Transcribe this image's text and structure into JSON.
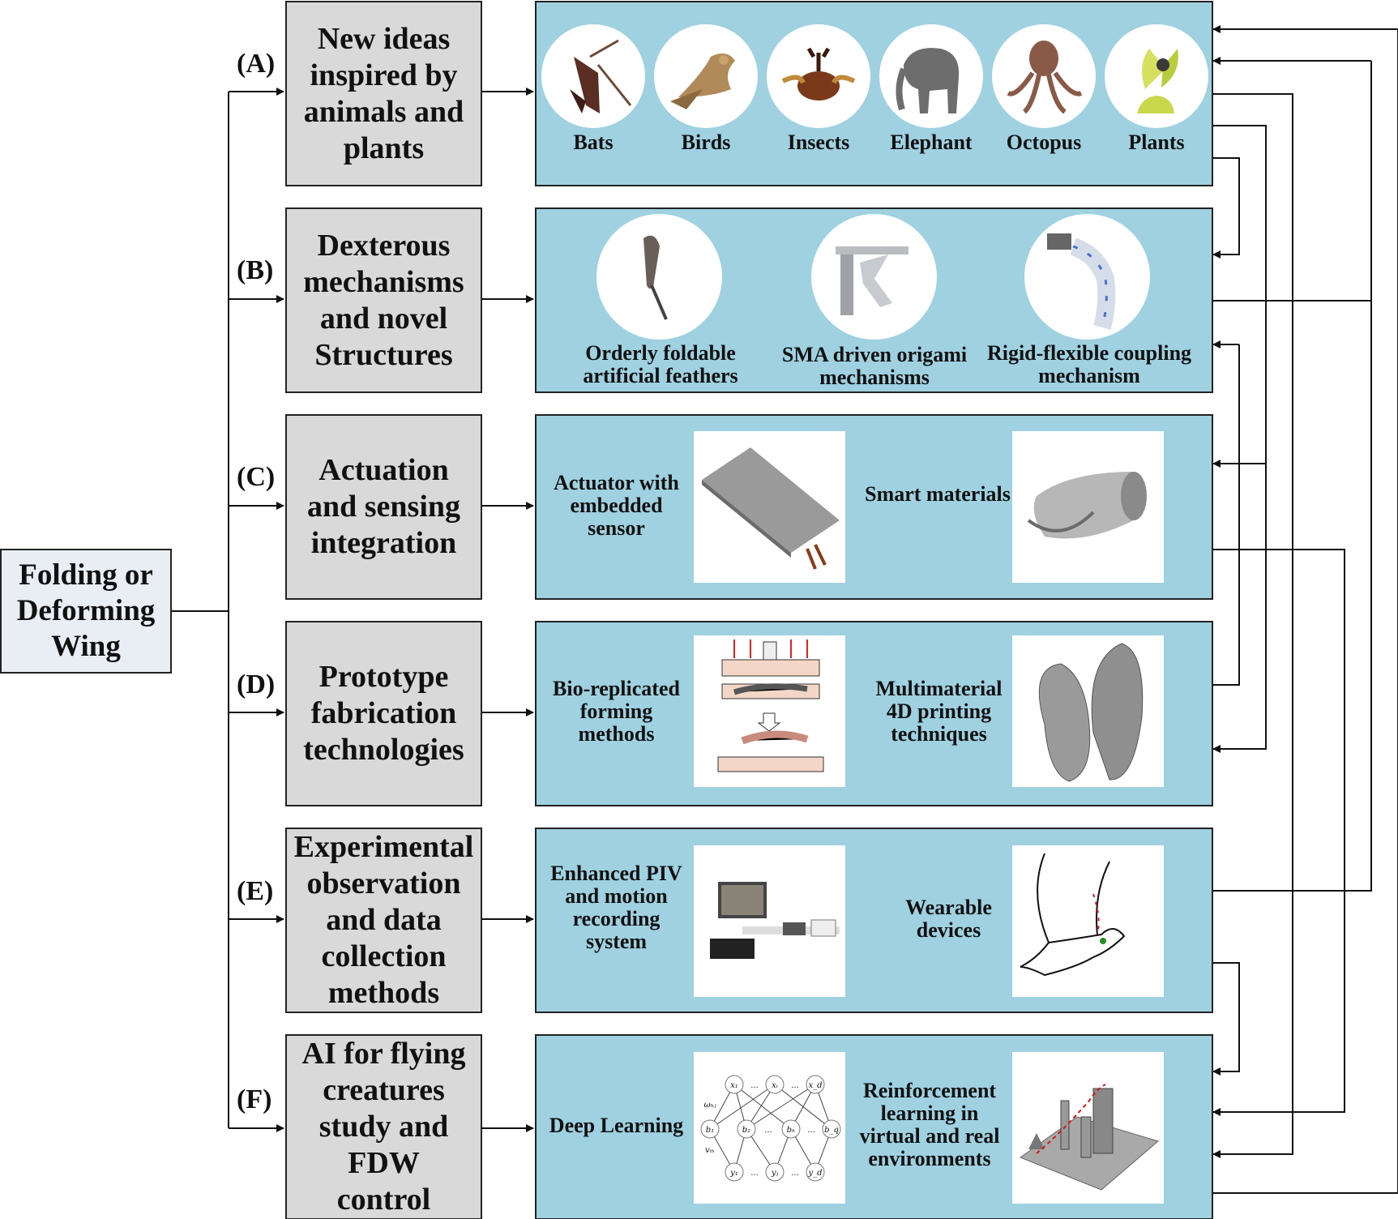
{
  "root": {
    "text": "Folding or Deforming Wing"
  },
  "rows": [
    {
      "letter": "(A)",
      "title": "New ideas inspired by animals and plants",
      "items": [
        "Bats",
        "Birds",
        "Insects",
        "Elephant",
        "Octopus",
        "Plants"
      ]
    },
    {
      "letter": "(B)",
      "title": "Dexterous mechanisms and novel Structures",
      "items": [
        "Orderly foldable artificial feathers",
        "SMA driven origami mechanisms",
        "Rigid-flexible coupling mechanism"
      ]
    },
    {
      "letter": "(C)",
      "title": "Actuation and sensing integration",
      "items": [
        "Actuator with embedded sensor",
        "Smart materials"
      ]
    },
    {
      "letter": "(D)",
      "title": "Prototype fabrication technologies",
      "items": [
        "Bio-replicated forming methods",
        "Multimaterial 4D printing techniques"
      ]
    },
    {
      "letter": "(E)",
      "title": "Experimental observation and data collection methods",
      "items": [
        "Enhanced PIV and motion recording system",
        "Wearable devices"
      ]
    },
    {
      "letter": "(F)",
      "title": "AI for flying creatures study and FDW control",
      "items": [
        "Deep Learning",
        "Reinforcement learning in virtual and real environments"
      ]
    }
  ],
  "nn_labels": {
    "top": [
      "x₁",
      "...",
      "xᵢ",
      "...",
      "x_d"
    ],
    "mid": [
      "b₁",
      "b₂",
      "...",
      "bₕ",
      "...",
      "b_q"
    ],
    "bottom": [
      "y₁",
      "...",
      "yⱼ",
      "...",
      "y_d"
    ],
    "w": "ωₕⱼ",
    "v": "vᵢₕ"
  },
  "colors": {
    "panel": "#9fd1e1",
    "title_box": "#d9d9d9",
    "root_box": "#e9eef5",
    "line": "#111111"
  },
  "icons": [
    "bat-photo",
    "bird-photo",
    "beetle-photo",
    "elephant-photo",
    "octopus-photo",
    "venus-flytrap-photo",
    "feather-render",
    "origami-render",
    "coupling-mechanism-render",
    "actuator-render",
    "smart-material-render",
    "forming-method-diagram",
    "4d-printed-wings",
    "piv-system-photo",
    "wearable-bird-drawing",
    "neural-network-diagram",
    "rl-environment-render"
  ]
}
